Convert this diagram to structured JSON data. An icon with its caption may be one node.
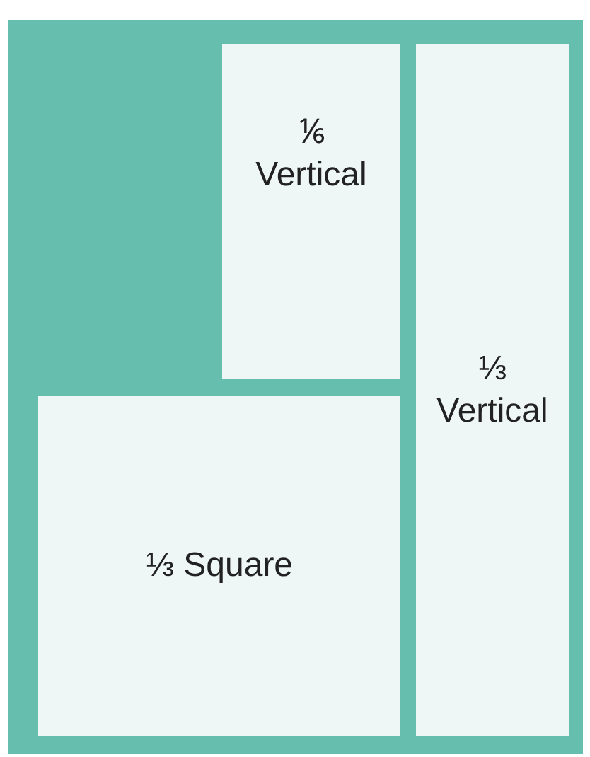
{
  "diagram": {
    "nodes": [
      {
        "text": [],
        "shape": "box"
      },
      {
        "text": [
          "⅙ Vertical"
        ],
        "in": 0
      },
      {
        "text": [
          "⅓ Vertical"
        ],
        "in": 0
      },
      {
        "text": [
          "⅓ Square"
        ],
        "in": 0
      }
    ]
  }
}
